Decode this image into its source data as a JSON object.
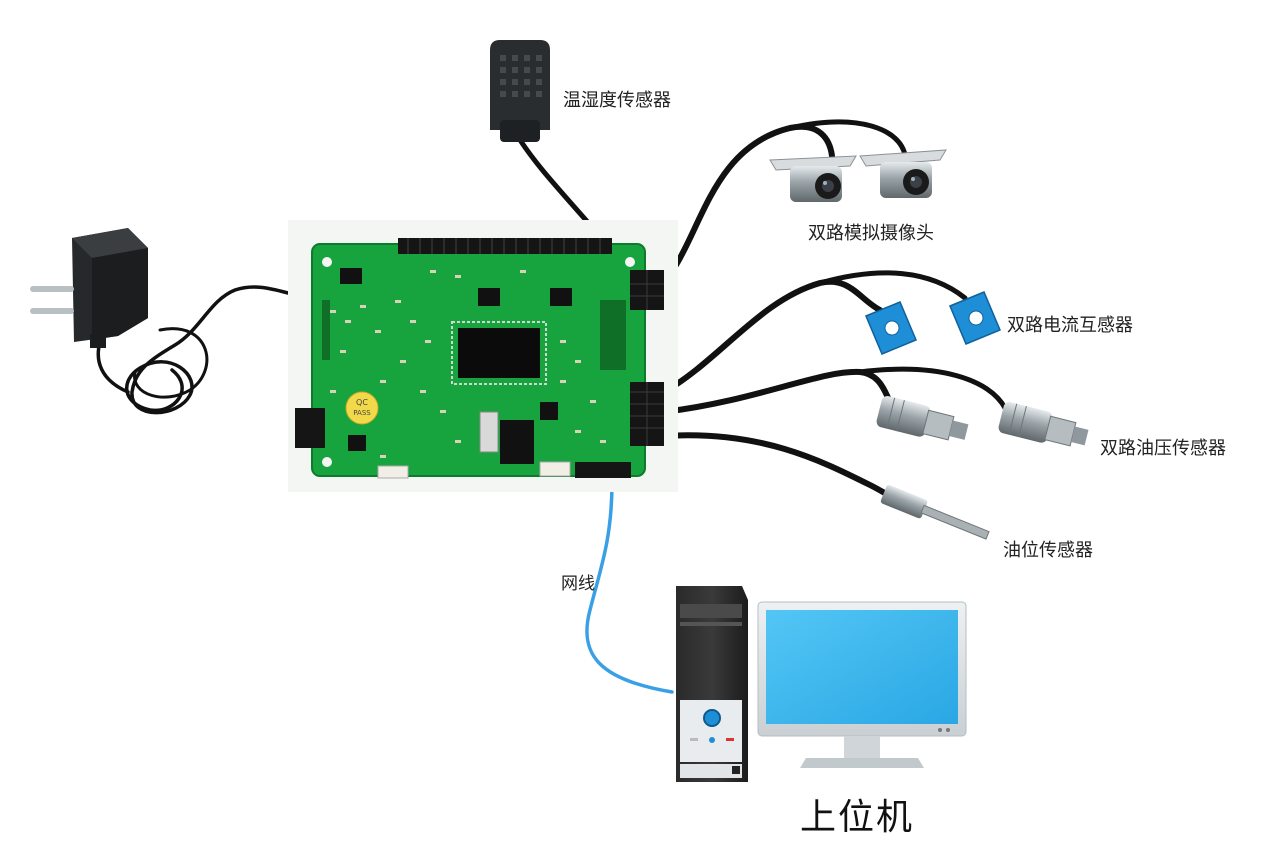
{
  "labels": {
    "temp_humidity_sensor": "温湿度传感器",
    "dual_analog_camera": "双路模拟摄像头",
    "dual_current_transformer": "双路电流互感器",
    "dual_oil_pressure_sensor": "双路油压传感器",
    "oil_level_sensor": "油位传感器",
    "network_cable": "网线",
    "host_computer": "上位机"
  },
  "board_markings": {
    "qc_sticker_line1": "QC",
    "qc_sticker_line2": "PASS"
  },
  "colors": {
    "pcb": "#17a33e",
    "pcb_dark": "#0e7a2c",
    "cable": "#111111",
    "network_cable": "#3aa0e6",
    "sensor_blue": "#1e8fd6",
    "monitor_screen": "#35b6ee",
    "steel": "#9aa3a8"
  }
}
